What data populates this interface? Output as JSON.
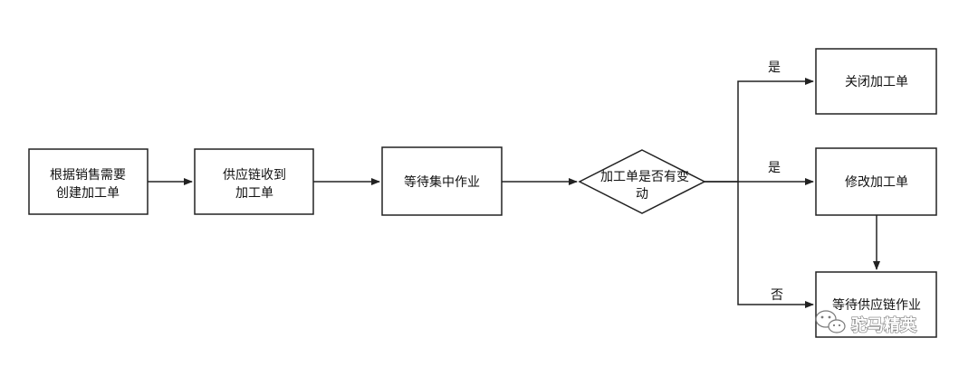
{
  "nodes": {
    "create": {
      "lines": [
        "根据销售需要",
        "创建加工单"
      ]
    },
    "receive": {
      "lines": [
        "供应链收到",
        "加工单"
      ]
    },
    "wait_central": {
      "lines": [
        "等待集中作业"
      ]
    },
    "decision": {
      "lines": [
        "加工单是否有变",
        "动"
      ]
    },
    "close": {
      "lines": [
        "关闭加工单"
      ]
    },
    "modify": {
      "lines": [
        "修改加工单"
      ]
    },
    "wait_supply": {
      "lines": [
        "等待供应链作业"
      ]
    }
  },
  "edge_labels": {
    "to_close": "是",
    "to_modify": "是",
    "to_wait_supply": "否"
  },
  "watermark": {
    "text": "驼马精英"
  },
  "colors": {
    "stroke": "#222222",
    "background": "#ffffff"
  }
}
